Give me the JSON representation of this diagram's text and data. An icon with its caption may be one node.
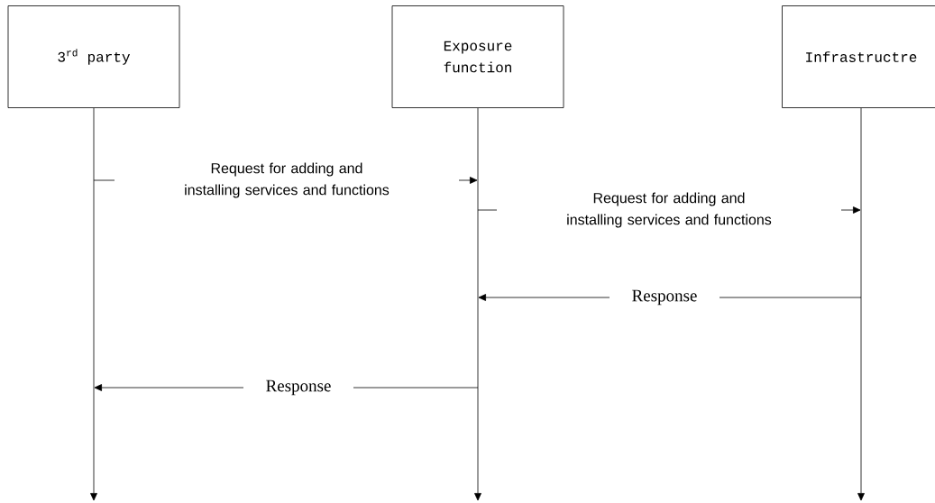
{
  "diagram": {
    "nodes": [
      {
        "text": [
          "3$^{rd}$ party"
        ]
      },
      {
        "text": [
          "Exposure function"
        ]
      },
      {
        "text": [
          "Infrastructre"
        ]
      },
      {
        "text": [],
        "shape": "lifeline"
      },
      {
        "text": [],
        "shape": "lifeline"
      },
      {
        "text": [],
        "shape": "lifeline"
      }
    ],
    "edges": [
      {
        "from": 3,
        "to": 4,
        "arrow": "to",
        "label": "Request for adding and installing services and functions"
      },
      {
        "from": 4,
        "to": 5,
        "arrow": "to",
        "label": "Request for adding and installing services and functions"
      },
      {
        "from": 5,
        "to": 4,
        "arrow": "to",
        "label": "Response"
      },
      {
        "from": 4,
        "to": 3,
        "arrow": "to",
        "label": "Response"
      }
    ]
  }
}
